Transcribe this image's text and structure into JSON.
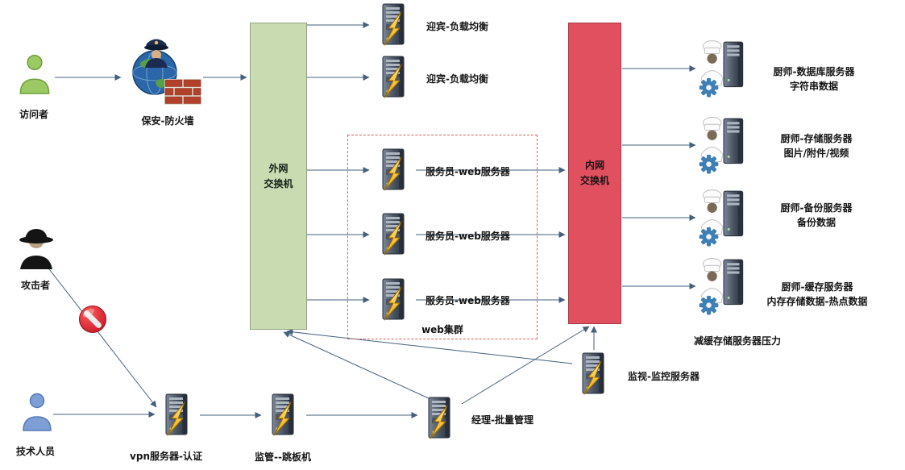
{
  "diagram": {
    "visitor_label": "访问者",
    "firewall_label": "保安-防火墙",
    "external_switch": {
      "line1": "外网",
      "line2": "交换机"
    },
    "internal_switch": {
      "line1": "内网",
      "line2": "交换机"
    },
    "load_balancers": [
      {
        "label": "迎宾-负载均衡"
      },
      {
        "label": "迎宾-负载均衡"
      }
    ],
    "web_cluster_label": "web集群",
    "web_servers": [
      {
        "label": "服务员-web服务器"
      },
      {
        "label": "服务员-web服务器"
      },
      {
        "label": "服务员-web服务器"
      }
    ],
    "chef_servers": [
      {
        "title": "厨师-数据库服务器",
        "subtitle": "字符串数据"
      },
      {
        "title": "厨师-存储服务器",
        "subtitle": "图片/附件/视频"
      },
      {
        "title": "厨师-备份服务器",
        "subtitle": "备份数据"
      },
      {
        "title": "厨师-缓存服务器",
        "subtitle": "内存存储数据-热点数据"
      }
    ],
    "cache_note": "减缓存储服务器压力",
    "monitor_label": "监视-监控服务器",
    "manager_label": "经理-批量管理",
    "attacker_label": "攻击者",
    "tech_label": "技术人员",
    "vpn_label": "vpn服务器-认证",
    "jump_label": "监管--跳板机"
  },
  "colors": {
    "external_switch_fill": "#c8dbb1",
    "internal_switch_fill": "#e0505e",
    "cluster_border": "#e05c5c",
    "connector": "#44607c",
    "bolt": "#f0a500",
    "visitor_green": "#9bc964",
    "tech_blue": "#7e9ed6",
    "prohibition_red": "#c01020"
  }
}
